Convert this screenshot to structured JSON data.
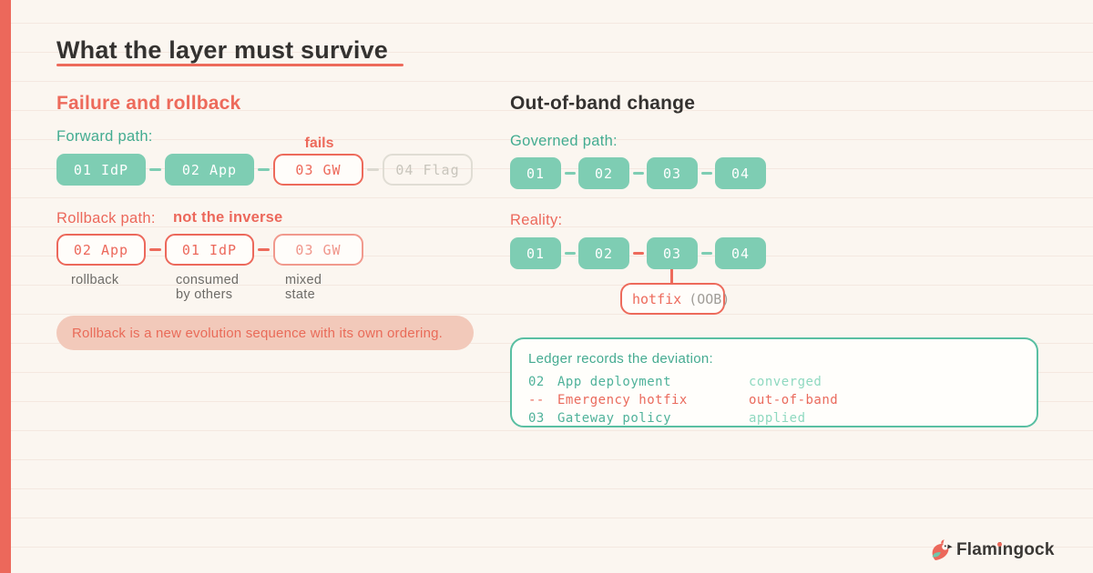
{
  "page": {
    "title": "What the layer must survive"
  },
  "failure": {
    "heading": "Failure and rollback",
    "forward_label": "Forward path:",
    "fails_label": "fails",
    "forward_boxes": [
      "01 IdP",
      "02 App",
      "03 GW",
      "04 Flag"
    ],
    "rollback_label": "Rollback path:",
    "not_inverse_label": "not the inverse",
    "rollback_boxes": [
      "02 App",
      "01 IdP",
      "03 GW"
    ],
    "rollback_notes": [
      "rollback",
      "consumed by others",
      "mixed state"
    ],
    "callout": "Rollback is a new evolution sequence with its own ordering."
  },
  "oob": {
    "heading": "Out-of-band change",
    "governed_label": "Governed path:",
    "governed_boxes": [
      "01",
      "02",
      "03",
      "04"
    ],
    "reality_label": "Reality:",
    "reality_boxes": [
      "01",
      "02",
      "03",
      "04"
    ],
    "hotfix": {
      "name": "hotfix",
      "tag": "(OOB)"
    },
    "ledger": {
      "title": "Ledger records the deviation:",
      "rows": [
        {
          "num": "02",
          "name": "App deployment",
          "status": "converged"
        },
        {
          "num": "--",
          "name": "Emergency hotfix",
          "status": "out-of-band"
        },
        {
          "num": "03",
          "name": "Gateway policy",
          "status": "applied"
        }
      ]
    }
  },
  "logo": {
    "part1": "Flam",
    "dot_letter": "i",
    "part2": "ngock"
  },
  "colors": {
    "coral": "#ED6A5B",
    "coral_light": "#F0968B",
    "callout_bg": "#F2C9BA",
    "teal_fill": "#7ECDB3",
    "teal_text": "#43AC91",
    "mint_status": "#8FD9C0",
    "dark": "#343230",
    "gray_label": "#6D6B67",
    "ghost": "#C8C5BC",
    "background": "#FBF6F0"
  }
}
